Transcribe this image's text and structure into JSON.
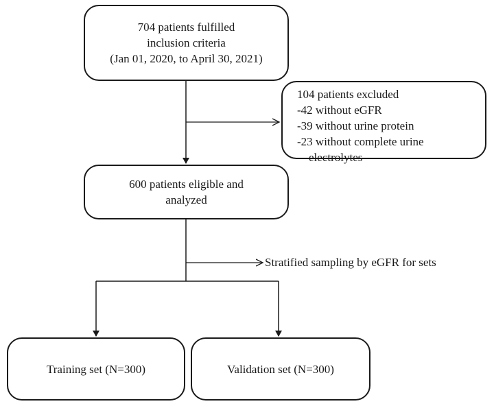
{
  "boxes": {
    "inclusion": {
      "lines": [
        "704 patients fulfilled",
        "inclusion criteria",
        "(Jan 01, 2020, to April 30, 2021)"
      ]
    },
    "excluded": {
      "title": "104 patients excluded",
      "items": [
        "-42 without eGFR",
        "-39 without urine protein",
        "-23 without complete urine"
      ],
      "continuation": "electrolytes"
    },
    "eligible": {
      "lines": [
        "600 patients eligible and",
        "analyzed"
      ]
    },
    "training": {
      "label": "Training set (N=300)"
    },
    "validation": {
      "label": "Validation set (N=300)"
    }
  },
  "sampling_label": "Stratified sampling by eGFR for sets",
  "colors": {
    "stroke": "#1a1a1a",
    "background": "#ffffff",
    "text": "#1a1a1a"
  }
}
